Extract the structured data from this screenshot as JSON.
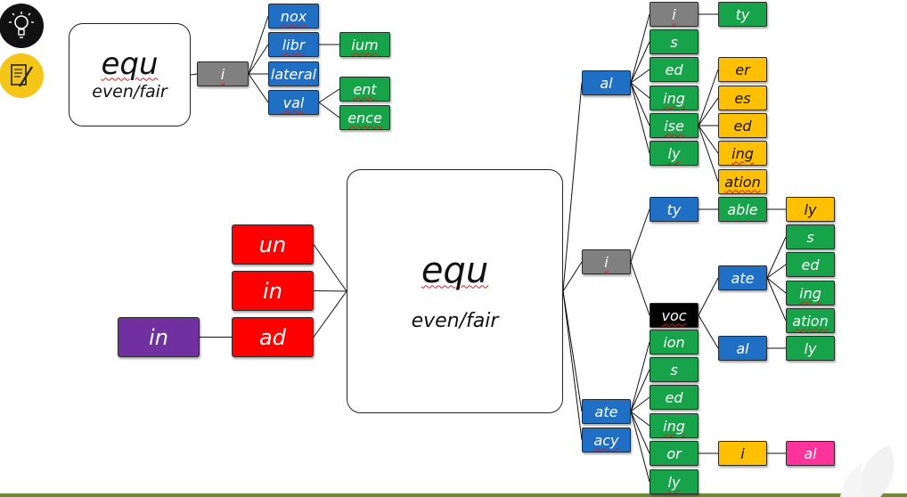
{
  "icons": {
    "bulb": "lightbulb-icon",
    "notes": "notepad-icon"
  },
  "colors": {
    "blue": "#1f6fc5",
    "green": "#16a34a",
    "gray": "#808080",
    "red": "#ff0000",
    "purple": "#7030a0",
    "yellow": "#ffc000",
    "black": "#000000",
    "pink": "#ff3399"
  },
  "top_root": {
    "word": "equ",
    "meaning": "even/fair"
  },
  "main_root": {
    "word": "equ",
    "meaning": "even/fair"
  },
  "boxes": {
    "t_i": "i",
    "t_nox": "nox",
    "t_libr": "libr",
    "t_ium": "ium",
    "t_lateral": "lateral",
    "t_val": "val",
    "t_ent": "ent",
    "t_ence": "ence",
    "p_un": "un",
    "p_in": "in",
    "p_ad": "ad",
    "p_in2": "in",
    "al": "al",
    "al_i": "i",
    "al_i_ty": "ty",
    "al_s": "s",
    "al_ed": "ed",
    "al_ing": "ing",
    "al_ise": "ise",
    "al_ly": "ly",
    "ise_er": "er",
    "ise_es": "es",
    "ise_ed": "ed",
    "ise_ing": "ing",
    "ise_ation": "ation",
    "i": "i",
    "i_ty": "ty",
    "ty_able": "able",
    "able_ly": "ly",
    "voc": "voc",
    "voc_ate": "ate",
    "ate_s": "s",
    "ate_ed": "ed",
    "ate_ing": "ing",
    "ate_ation": "ation",
    "voc_al": "al",
    "voc_al_ly": "ly",
    "ate": "ate",
    "acy": "acy",
    "ate_ion": "ion",
    "ate2_s": "s",
    "ate2_ed": "ed",
    "ate2_ing": "ing",
    "ate_or": "or",
    "or_i": "i",
    "or_i_al": "al",
    "ate2_ly": "ly"
  }
}
